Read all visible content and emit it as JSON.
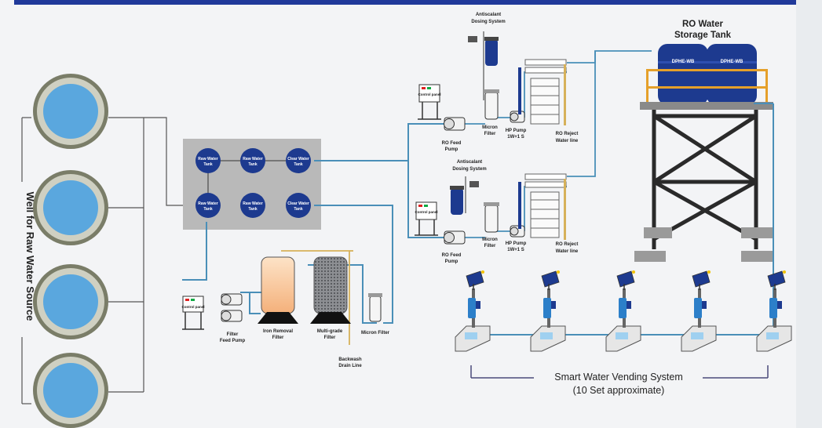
{
  "colors": {
    "pipe": "#4a8fb8",
    "water": "#5aa7de",
    "tank_blue": "#1d3a8f",
    "box_gray": "#b9b9b9",
    "steel": "#2a2a2a",
    "accent": "#20399a"
  },
  "well": {
    "title": "Well for Raw Water Source"
  },
  "treatment_box": {
    "tanks": [
      "Raw Water Tank",
      "Raw Water Tank",
      "Clear Water Tank",
      "Raw Water Tank",
      "Raw Water Tank",
      "Clear Water Tank"
    ]
  },
  "filtration": {
    "control_panel": "Control panel",
    "filter_feed_pump": [
      "Filter",
      "Feed Pump"
    ],
    "iron_removal_filter": [
      "Iron Removal",
      "Filter"
    ],
    "multigrade_filter": [
      "Multi-grade",
      "Filter"
    ],
    "micron_filter": "Micron Filter",
    "backwash": [
      "Backwash",
      "Drain Line"
    ]
  },
  "ro_units": [
    {
      "control_panel": "Control panel",
      "dosing": [
        "Antiscalant",
        "Dosing System"
      ],
      "ro_feed_pump": [
        "RO Feed",
        "Pump"
      ],
      "micron_filter": [
        "Micron",
        "Filter"
      ],
      "hp_pump": [
        "HP Pump",
        "1W+1 S"
      ],
      "reject": [
        "RO Reject",
        "Water line"
      ]
    },
    {
      "control_panel": "Control panel",
      "dosing": [
        "Antiscalant",
        "Dosing System"
      ],
      "ro_feed_pump": [
        "RO Feed",
        "Pump"
      ],
      "micron_filter": [
        "Micron",
        "Filter"
      ],
      "hp_pump": [
        "HP Pump",
        "1W+1 S"
      ],
      "reject": [
        "RO Reject",
        "Water line"
      ]
    }
  ],
  "storage": {
    "title": [
      "RO Water",
      "Storage Tank"
    ],
    "tank_labels": [
      "DPHE-WB",
      "DPHE-WB"
    ]
  },
  "vending": {
    "title": "Smart Water Vending System",
    "subtitle": "(10 Set approximate)",
    "units": 5
  }
}
